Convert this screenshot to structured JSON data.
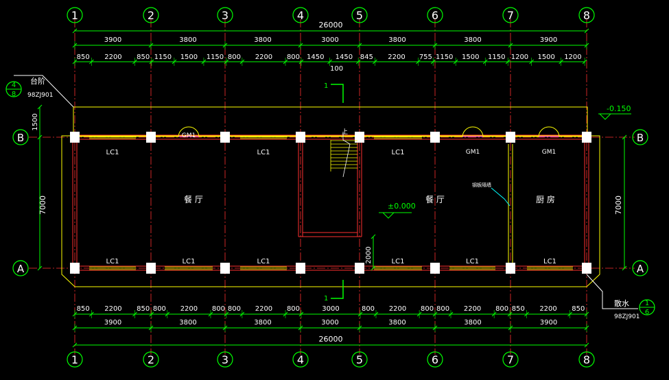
{
  "grid_x_labels": [
    "1",
    "2",
    "3",
    "4",
    "5",
    "6",
    "7",
    "8"
  ],
  "grid_y_labels": [
    "B",
    "A"
  ],
  "total_length_top": "26000",
  "total_length_bottom": "26000",
  "bay_dims_top": [
    "3900",
    "3800",
    "3800",
    "3000",
    "3800",
    "3800",
    "3900"
  ],
  "bay_dims_bottom": [
    "3900",
    "3800",
    "3800",
    "3000",
    "3800",
    "3800",
    "3900"
  ],
  "detail_dims_top": [
    "850",
    "2200",
    "850",
    "1150",
    "1500",
    "1150",
    "800",
    "2200",
    "800",
    "1450",
    "1450",
    "845",
    "2200",
    "755",
    "1150",
    "1500",
    "1150",
    "1200",
    "1500",
    "1200"
  ],
  "detail_dims_bottom": [
    "850",
    "2200",
    "850",
    "800",
    "2200",
    "800",
    "800",
    "2200",
    "800",
    "3000",
    "800",
    "2200",
    "800",
    "800",
    "2200",
    "800",
    "850",
    "2200",
    "850"
  ],
  "dim_100": "100",
  "side_dim_left": "7000",
  "side_dim_right": "7000",
  "dim_1500": "1500",
  "dim_2000": "2000",
  "rooms": {
    "dining_left": "餐 厅",
    "dining_right": "餐 厅",
    "kitchen": "厨 房"
  },
  "window_labels": {
    "lc1": "LC1"
  },
  "door_labels": {
    "gm1": "GM1"
  },
  "elev_main": "±0.000",
  "elev_outside": "-0.150",
  "stair_up": "上",
  "section_mark": "1",
  "partition_note": "钢板隔墙",
  "ref_step": {
    "label": "台阶",
    "code": "98ZJ901",
    "num": "4",
    "sheet": "8"
  },
  "ref_apron": {
    "label": "散水",
    "code": "98ZJ901",
    "num": "1",
    "sheet": "6"
  },
  "colors": {
    "green": "#00ff00",
    "yellow": "#ffff00",
    "red": "#ff3030",
    "white": "#ffffff",
    "cyan": "#00ffff",
    "magenta": "#ff33ff"
  }
}
